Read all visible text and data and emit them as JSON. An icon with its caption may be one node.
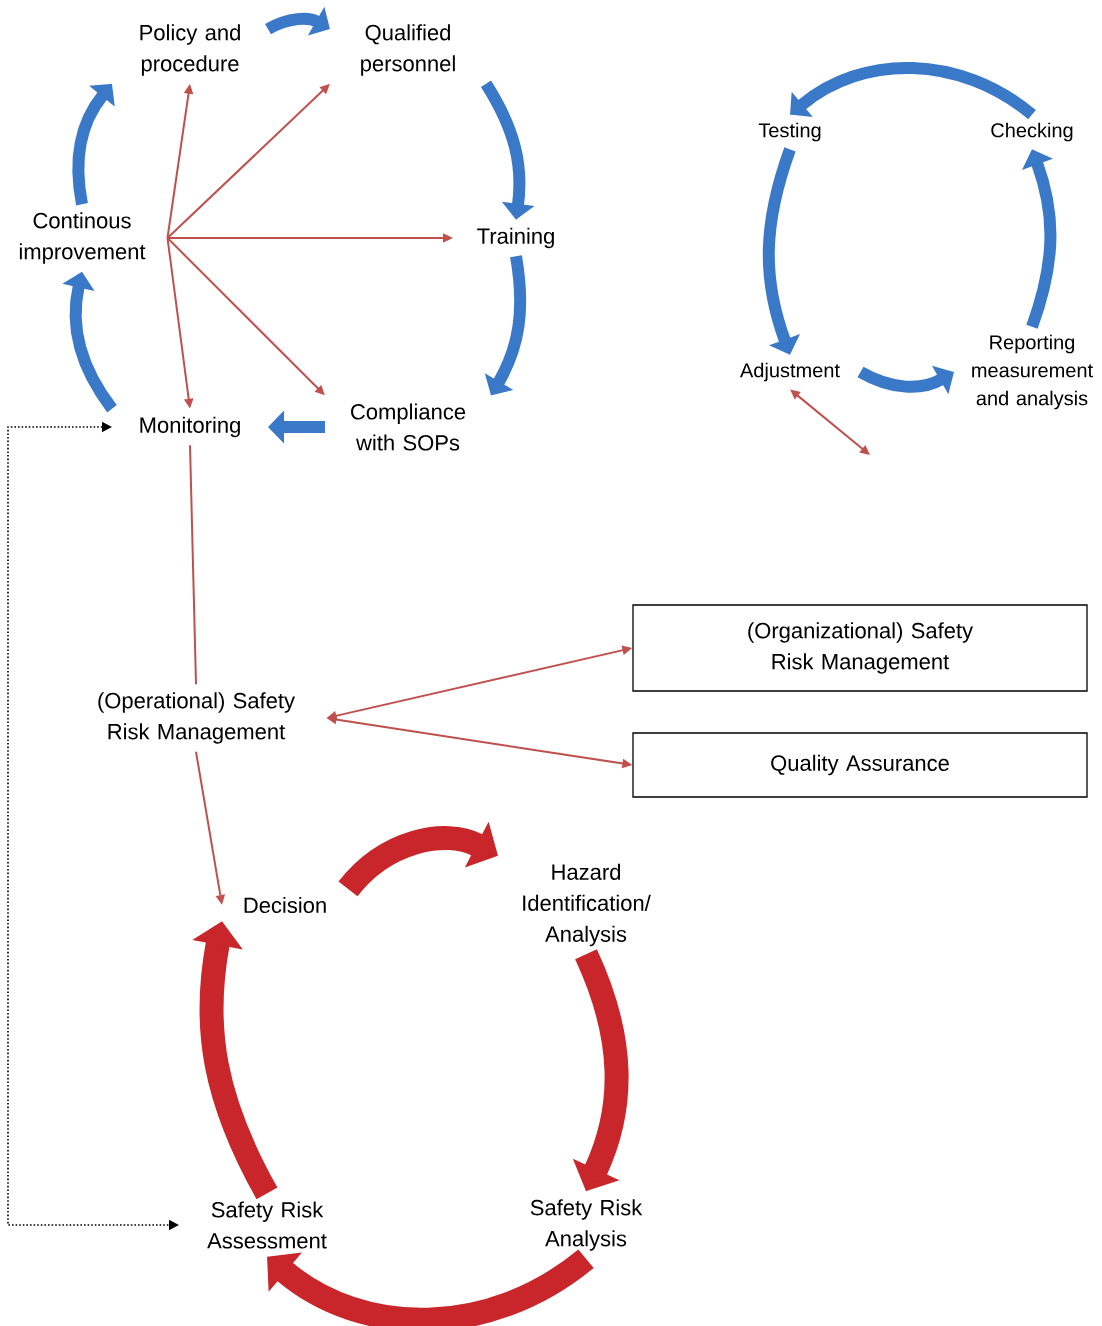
{
  "diagram": {
    "nodes": [
      {
        "text": [
          "Policy and procedure"
        ]
      },
      {
        "text": [
          "Qualified personnel"
        ]
      },
      {
        "text": [
          "Training"
        ]
      },
      {
        "text": [
          "Compliance with SOPs"
        ]
      },
      {
        "text": [
          "Monitoring"
        ]
      },
      {
        "text": [
          "Continous improvement"
        ]
      },
      {
        "text": [
          "Testing"
        ]
      },
      {
        "text": [
          "Checking"
        ]
      },
      {
        "text": [
          "Reporting measurement and analysis"
        ]
      },
      {
        "text": [
          "Adjustment"
        ]
      },
      {
        "text": [
          "(Organizational) Safety Risk Management"
        ]
      },
      {
        "text": [
          "Quality Assurance"
        ]
      },
      {
        "text": [
          "(Operational) Safety Risk Management"
        ]
      },
      {
        "text": [
          "Decision"
        ]
      },
      {
        "text": [
          "Hazard Identification/ Analysis"
        ]
      },
      {
        "text": [
          "Safety Risk Analysis"
        ]
      },
      {
        "text": [
          "Safety Risk Assessment"
        ]
      }
    ],
    "edges": [
      {
        "from": 0,
        "to": 1,
        "arrow": "to"
      },
      {
        "from": 1,
        "to": 2,
        "arrow": "to"
      },
      {
        "from": 2,
        "to": 3,
        "arrow": "to"
      },
      {
        "from": 3,
        "to": 4,
        "arrow": "to"
      },
      {
        "from": 4,
        "to": 5,
        "arrow": "to"
      },
      {
        "from": 5,
        "to": 0,
        "arrow": "to"
      },
      {
        "from": 5,
        "to": 0,
        "arrow": "to",
        "color": "#c0504d"
      },
      {
        "from": 5,
        "to": 1,
        "arrow": "to",
        "color": "#c0504d"
      },
      {
        "from": 5,
        "to": 2,
        "arrow": "to",
        "color": "#c0504d"
      },
      {
        "from": 5,
        "to": 3,
        "arrow": "to",
        "color": "#c0504d"
      },
      {
        "from": 5,
        "to": 4,
        "arrow": "to",
        "color": "#c0504d"
      },
      {
        "from": 4,
        "to": 12,
        "arrow": "none",
        "color": "#c0504d"
      },
      {
        "from": 12,
        "to": 13,
        "arrow": "to",
        "color": "#c0504d"
      },
      {
        "from": 12,
        "to": 10,
        "arrow": "both",
        "color": "#c0504d"
      },
      {
        "from": 12,
        "to": 11,
        "arrow": "both",
        "color": "#c0504d"
      },
      {
        "from": 7,
        "to": 6,
        "arrow": "to"
      },
      {
        "from": 6,
        "to": 9,
        "arrow": "to"
      },
      {
        "from": 9,
        "to": 8,
        "arrow": "to"
      },
      {
        "from": 8,
        "to": 7,
        "arrow": "to"
      },
      {
        "from": 9,
        "to": null,
        "arrow": "both",
        "color": "#c0504d"
      },
      {
        "from": 13,
        "to": 14,
        "arrow": "to",
        "style": "thick",
        "color": "#c8262a"
      },
      {
        "from": 14,
        "to": 15,
        "arrow": "to",
        "style": "thick",
        "color": "#c8262a"
      },
      {
        "from": 15,
        "to": 16,
        "arrow": "to",
        "style": "thick",
        "color": "#c8262a"
      },
      {
        "from": 16,
        "to": 13,
        "arrow": "to",
        "style": "thick",
        "color": "#c8262a"
      },
      {
        "from": 4,
        "to": 16,
        "arrow": "both",
        "style": "dashed",
        "color": "#000000"
      }
    ]
  }
}
